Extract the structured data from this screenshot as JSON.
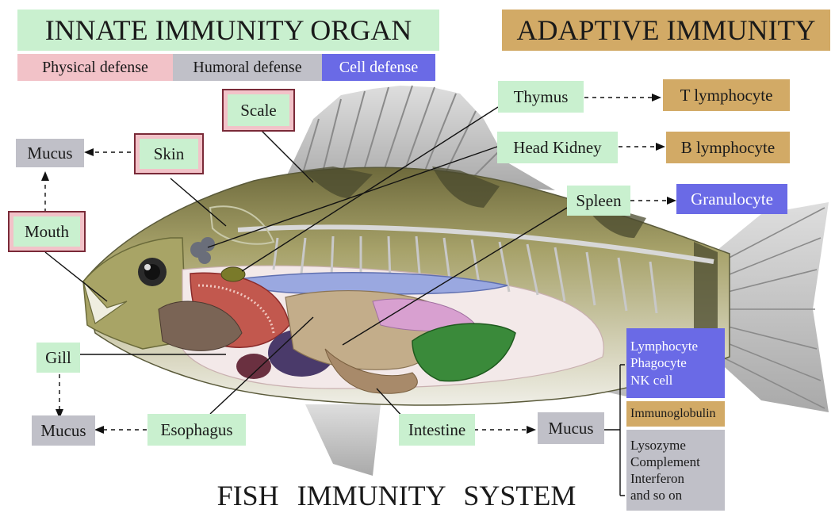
{
  "headers": {
    "innate": "INNATE IMMUNITY ORGAN",
    "adaptive": "ADAPTIVE IMMUNITY"
  },
  "legend": {
    "physical": "Physical defense",
    "humoral": "Humoral defense",
    "cell": "Cell defense"
  },
  "organs": {
    "scale": "Scale",
    "skin": "Skin",
    "mouth": "Mouth",
    "gill": "Gill",
    "esophagus": "Esophagus",
    "intestine": "Intestine",
    "thymus": "Thymus",
    "head_kidney": "Head Kidney",
    "spleen": "Spleen"
  },
  "products": {
    "mucus_skin": "Mucus",
    "mucus_gill": "Mucus",
    "mucus_intestine": "Mucus",
    "t_lymphocyte": "T lymphocyte",
    "b_lymphocyte": "B lymphocyte",
    "granulocyte": "Granulocyte"
  },
  "mucus_components": {
    "cells": [
      "Lymphocyte",
      "Phagocyte",
      "NK cell"
    ],
    "immunoglobulin": "Immunoglobulin",
    "humoral": [
      "Lysozyme",
      "Complement",
      "Interferon",
      "and so on"
    ]
  },
  "footer": "FISH IMMUNITY SYSTEM",
  "colors": {
    "innate_organ": "#c9f0cf",
    "physical_defense": "#f2c2c8",
    "humoral_defense": "#c0c0c8",
    "cell_defense": "#6a6ae6",
    "adaptive_immunity": "#d2aa66",
    "frame": "#7a2a38"
  }
}
